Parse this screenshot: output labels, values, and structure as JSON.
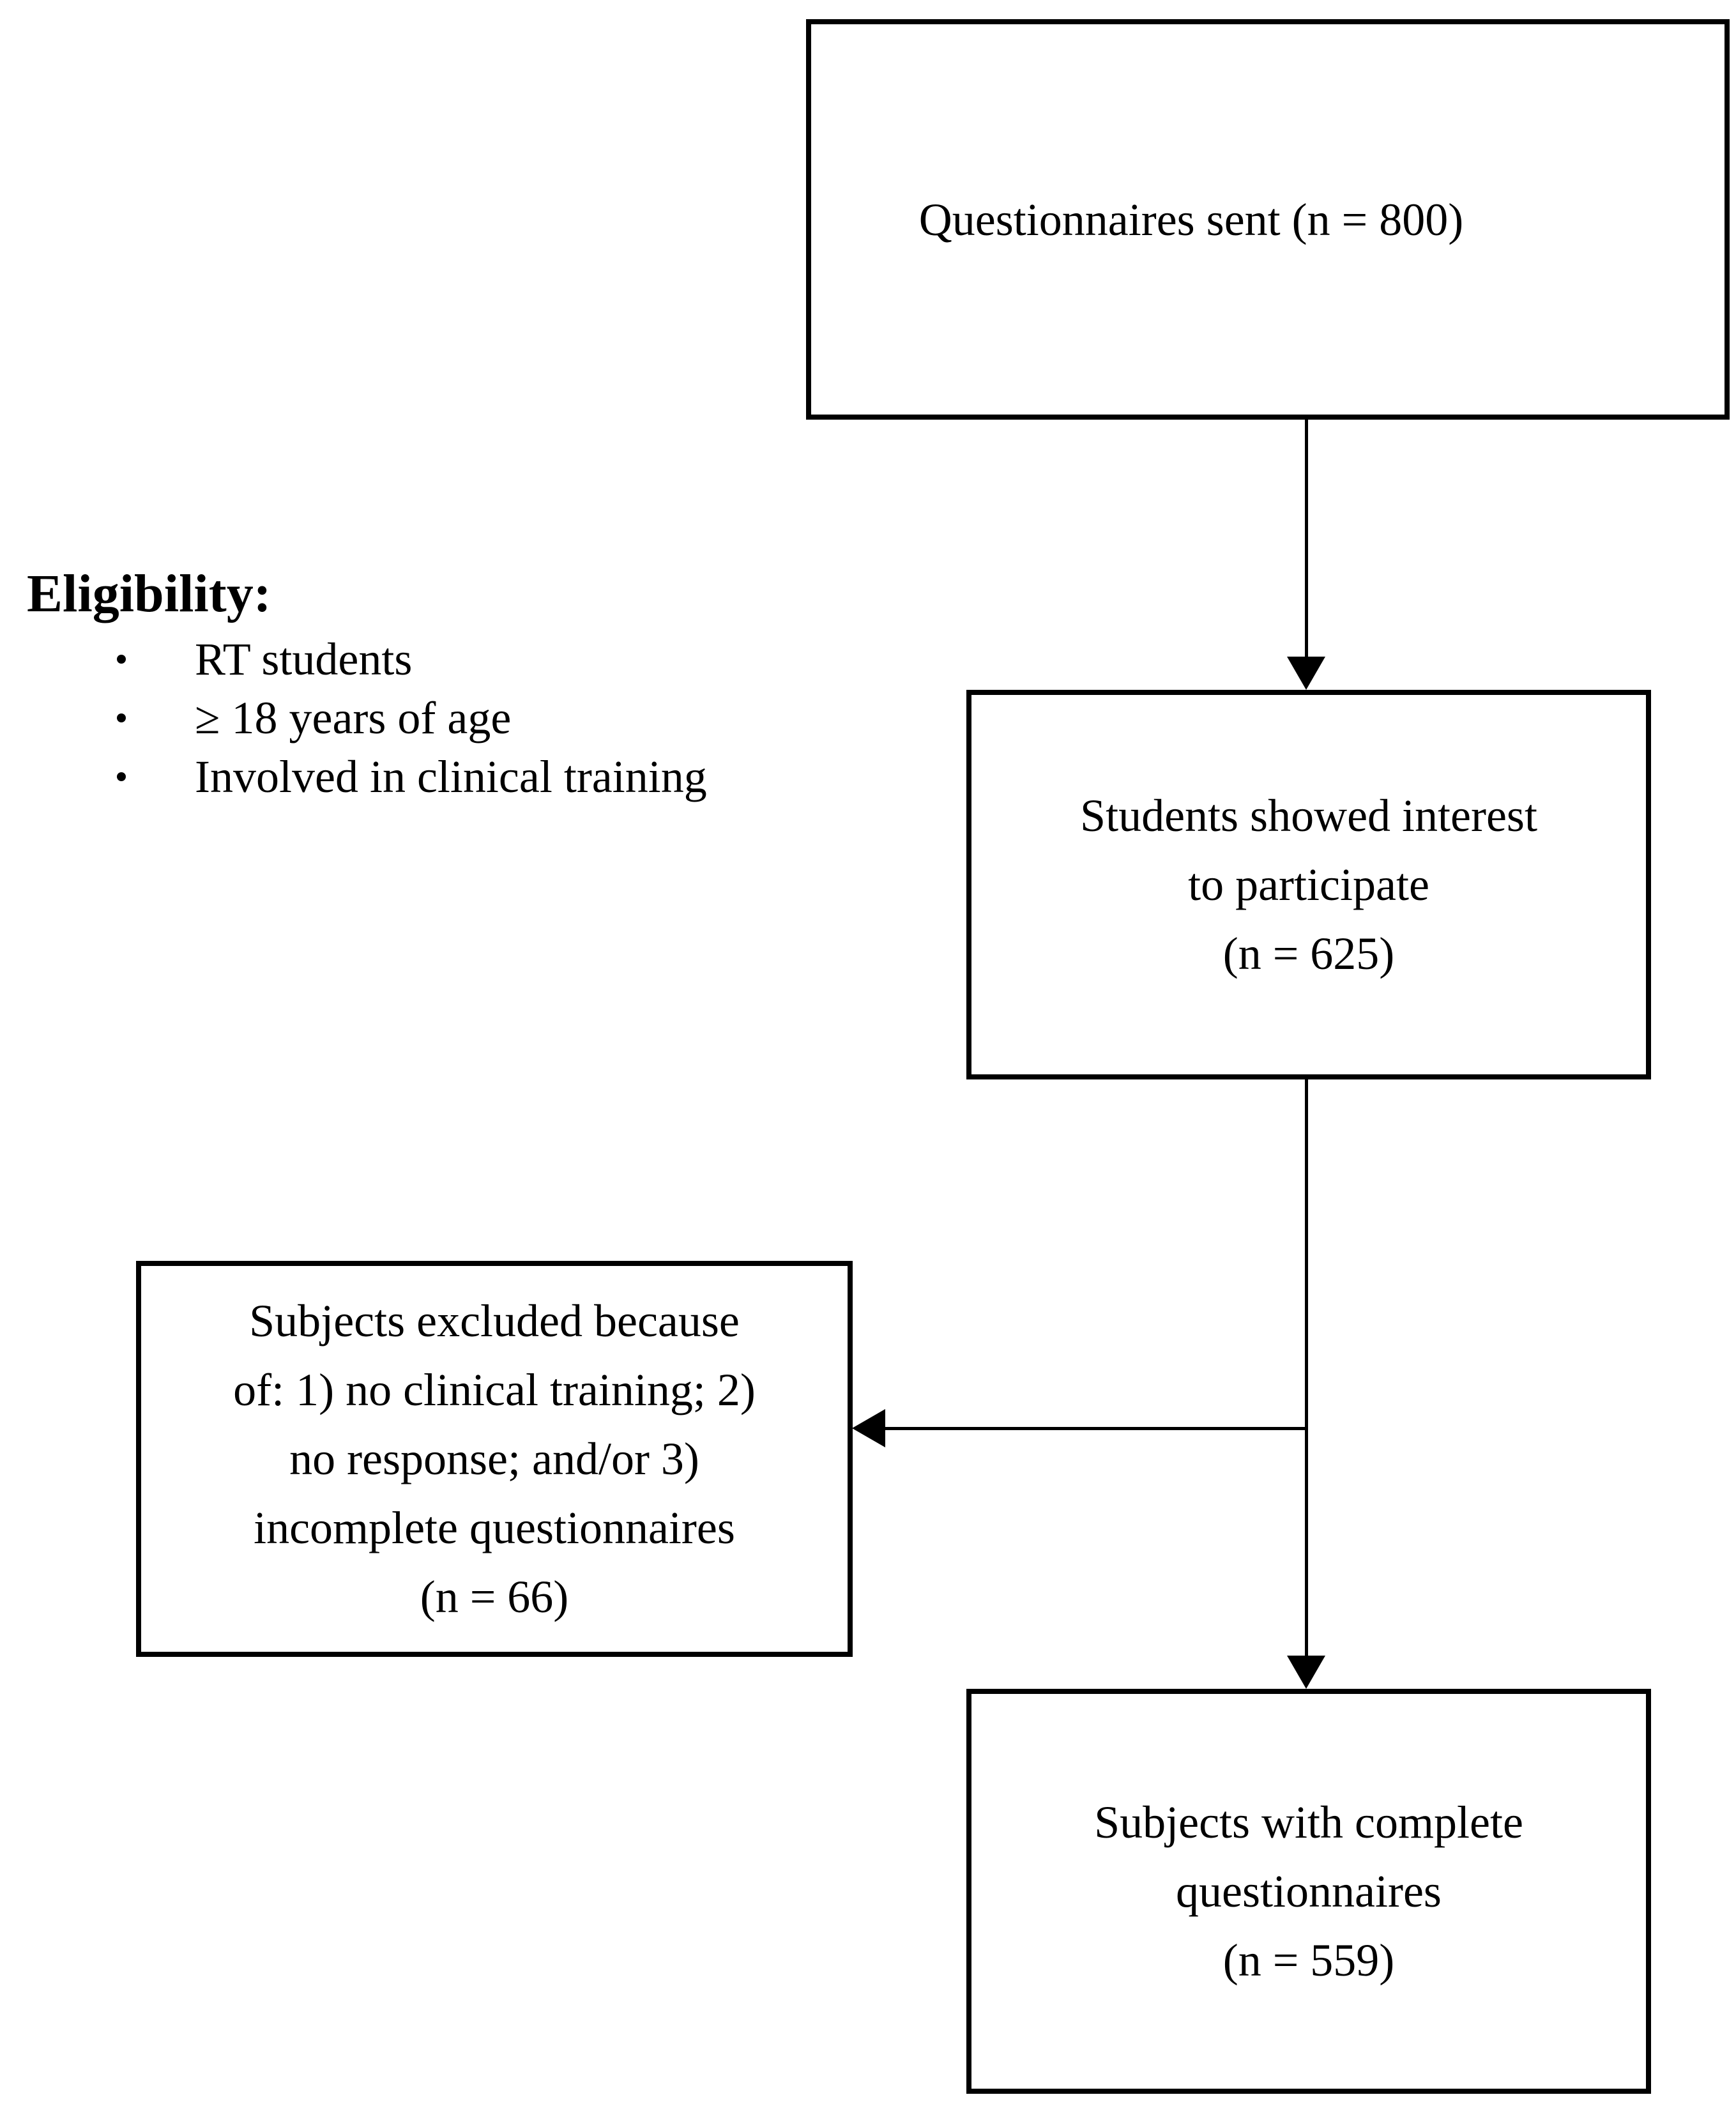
{
  "diagram_type": "participant-flow-diagram",
  "colors": {
    "background": "#ffffff",
    "line": "#000000",
    "text": "#000000"
  },
  "boxes": {
    "sent": {
      "lines": [
        "Questionnaires sent (n = 800)"
      ],
      "n": 800
    },
    "interest": {
      "lines": [
        "Students showed interest",
        "to participate",
        "(n = 625)"
      ],
      "n": 625
    },
    "excluded": {
      "lines": [
        "Subjects excluded because",
        "of: 1) no clinical training; 2)",
        "no response; and/or 3)",
        "incomplete questionnaires",
        "(n = 66)"
      ],
      "n": 66
    },
    "complete": {
      "lines": [
        "Subjects with complete",
        "questionnaires",
        "(n = 559)"
      ],
      "n": 559
    }
  },
  "eligibility": {
    "heading": "Eligibility:",
    "items": [
      "RT students",
      "≥ 18 years of age",
      "Involved in clinical training"
    ]
  }
}
